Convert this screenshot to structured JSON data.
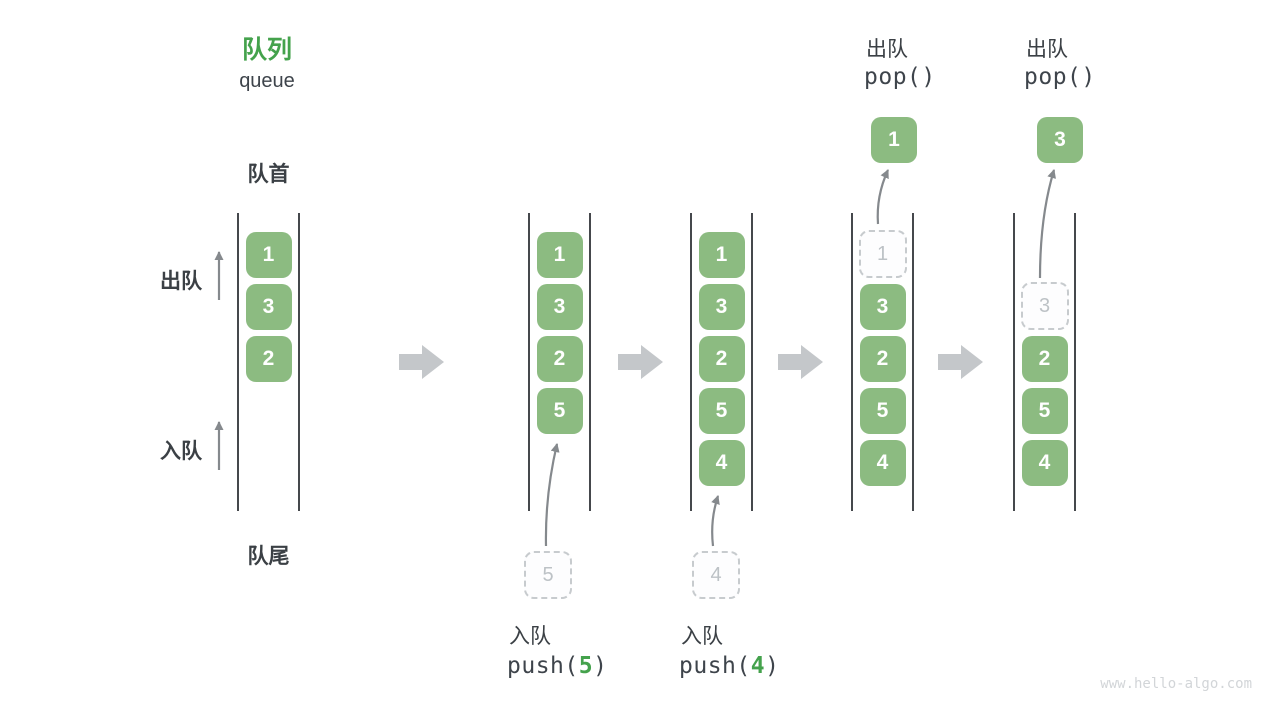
{
  "title": {
    "zh": "队列",
    "en": "queue"
  },
  "labels": {
    "front": "队首",
    "rear": "队尾",
    "dequeue_side": "出队",
    "enqueue_side": "入队"
  },
  "columns": [
    {
      "boxes": [
        "1",
        "3",
        "2"
      ]
    },
    {
      "boxes": [
        "1",
        "3",
        "2",
        "5"
      ],
      "incoming": "5",
      "op_zh": "入队",
      "code_pre": "push(",
      "arg": "5",
      "code_post": ")"
    },
    {
      "boxes": [
        "1",
        "3",
        "2",
        "5",
        "4"
      ],
      "incoming": "4",
      "op_zh": "入队",
      "code_pre": "push(",
      "arg": "4",
      "code_post": ")"
    },
    {
      "ghost": "1",
      "boxes": [
        "3",
        "2",
        "5",
        "4"
      ],
      "popped": "1",
      "op_zh": "出队",
      "op_code": "pop()"
    },
    {
      "ghost": "3",
      "boxes": [
        "2",
        "5",
        "4"
      ],
      "popped": "3",
      "op_zh": "出队",
      "op_code": "pop()"
    }
  ],
  "watermark": "www.hello-algo.com",
  "colors": {
    "accent_green": "#44a24c",
    "box_green": "#8cbb81",
    "line_color": "#45484c",
    "label_color": "#3b4045",
    "subtitle_color": "#3e444b",
    "ghost_border": "#c7cbce",
    "ghost_text": "#bdc2c6",
    "arrow_gray": "#c4c7ca",
    "thin_arrow": "#85898d",
    "watermark_color": "#d2d5d8"
  }
}
